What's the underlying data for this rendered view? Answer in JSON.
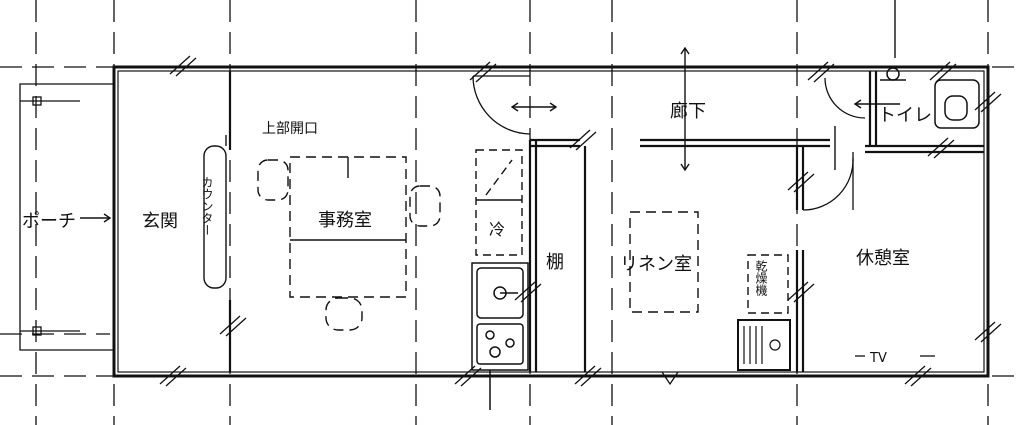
{
  "floor_plan": {
    "rooms": {
      "porch": "ポーチ",
      "entrance": "玄関",
      "office": "事務室",
      "corridor": "廊下",
      "toilet": "トイレ",
      "linen_room": "リネン室",
      "lounge": "休憩室",
      "shelf": "棚"
    },
    "fixtures": {
      "upper_opening": "上部開口",
      "counter": "カウンター",
      "refrigerator": "冷",
      "dryer": "乾燥機",
      "tv": "TV"
    }
  }
}
